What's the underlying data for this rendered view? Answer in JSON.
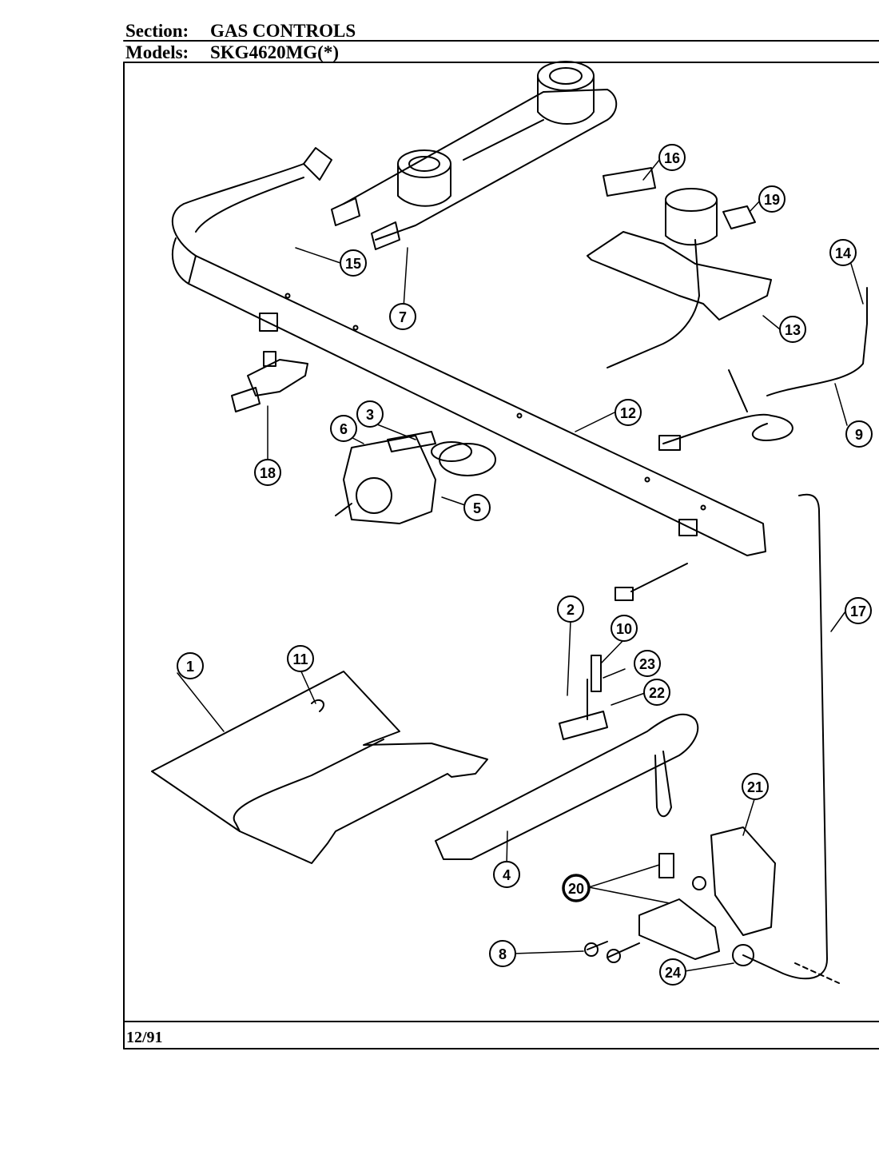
{
  "header": {
    "section_label": "Section:",
    "section_value": "GAS CONTROLS",
    "models_label": "Models:",
    "models_value": "SKG4620MG(*)"
  },
  "footer": {
    "date": "12/91"
  },
  "callouts": [
    "1",
    "2",
    "3",
    "4",
    "5",
    "6",
    "7",
    "8",
    "9",
    "10",
    "11",
    "12",
    "13",
    "14",
    "15",
    "16",
    "17",
    "18",
    "19",
    "20",
    "21",
    "22",
    "23",
    "24"
  ],
  "colors": {
    "ink": "#000000",
    "paper": "#ffffff"
  }
}
